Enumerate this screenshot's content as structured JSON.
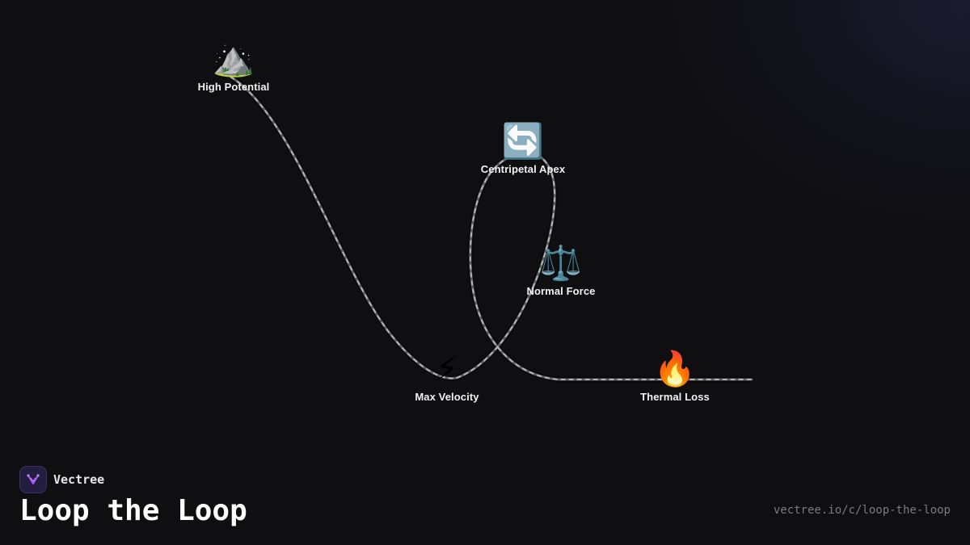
{
  "brand": {
    "name": "Vectree",
    "logo_icon": "vectree-logo-icon",
    "logo_color": "#a855f7"
  },
  "title": "Loop the Loop",
  "url": "vectree.io/c/loop-the-loop",
  "track": {
    "color": "#9a9a9a",
    "style": "dashed"
  },
  "nodes": [
    {
      "id": "high-potential",
      "emoji": "⛰️",
      "icon_name": "mountain-icon",
      "label": "High Potential"
    },
    {
      "id": "centripetal-apex",
      "emoji": "🔄",
      "icon_name": "cycle-arrows-icon",
      "label": "Centripetal Apex"
    },
    {
      "id": "normal-force",
      "emoji": "⚖️",
      "icon_name": "balance-scale-icon",
      "label": "Normal Force"
    },
    {
      "id": "max-velocity",
      "emoji": "⚡",
      "icon_name": "lightning-icon",
      "label": "Max Velocity"
    },
    {
      "id": "thermal-loss",
      "emoji": "🔥",
      "icon_name": "fire-icon",
      "label": "Thermal Loss"
    }
  ]
}
